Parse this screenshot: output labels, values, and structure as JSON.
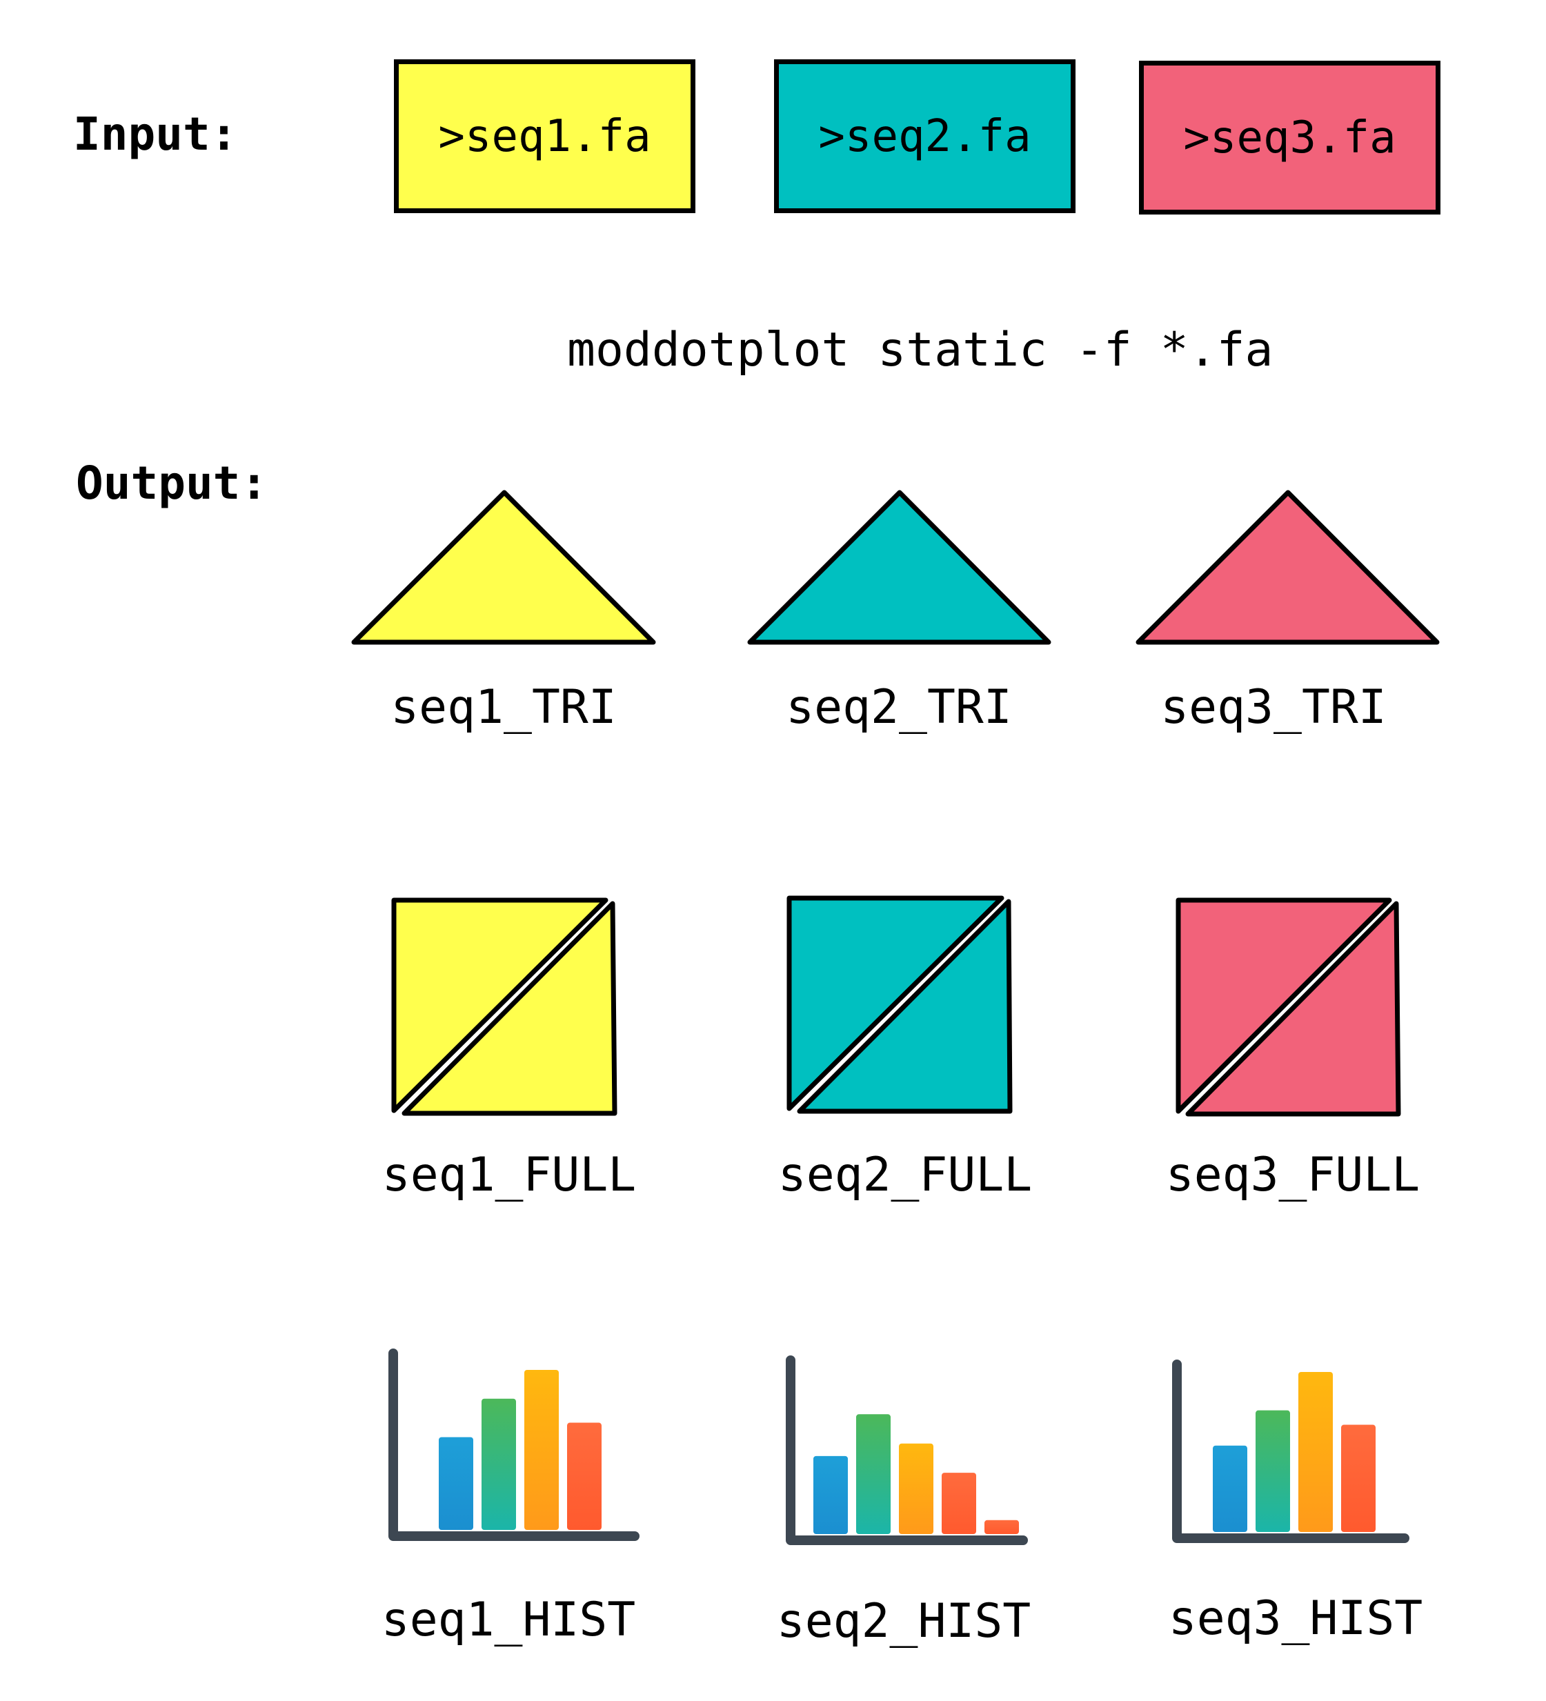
{
  "input_label": "Input:",
  "output_label": "Output:",
  "command": "moddotplot static -f *.fa",
  "colors": {
    "yellow": "#FFFF4D",
    "teal": "#00C0C0",
    "pink": "#F2627A",
    "axis": "#3D4752"
  },
  "inputs": [
    {
      "label": ">seq1.fa",
      "color": "#FFFF4D"
    },
    {
      "label": ">seq2.fa",
      "color": "#00C0C0"
    },
    {
      "label": ">seq3.fa",
      "color": "#F2627A"
    }
  ],
  "tri_outputs": [
    {
      "label": "seq1_TRI",
      "color": "#FFFF4D"
    },
    {
      "label": "seq2_TRI",
      "color": "#00C0C0"
    },
    {
      "label": "seq3_TRI",
      "color": "#F2627A"
    }
  ],
  "full_outputs": [
    {
      "label": "seq1_FULL",
      "color": "#FFFF4D"
    },
    {
      "label": "seq2_FULL",
      "color": "#00C0C0"
    },
    {
      "label": "seq3_FULL",
      "color": "#F2627A"
    }
  ],
  "hist_outputs": [
    {
      "label": "seq1_HIST",
      "bars": [
        0.58,
        0.82,
        1.0,
        0.67
      ]
    },
    {
      "label": "seq2_HIST",
      "bars": [
        0.56,
        0.86,
        0.65,
        0.44,
        0.1
      ]
    },
    {
      "label": "seq3_HIST",
      "bars": [
        0.54,
        0.76,
        1.0,
        0.67
      ]
    }
  ]
}
